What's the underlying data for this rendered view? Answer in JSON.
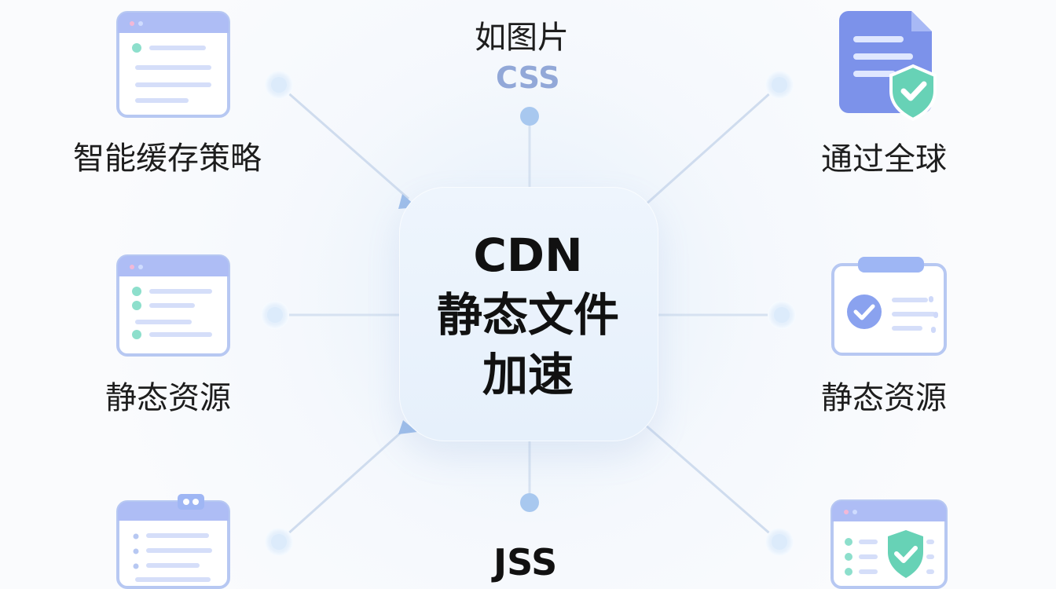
{
  "center": {
    "line1": "CDN",
    "line2": "静态文件",
    "line3": "加速"
  },
  "labels": {
    "top_main": "如图片",
    "top_sub": "CSS",
    "left_top": "智能缓存策略",
    "left_mid": "静态资源",
    "right_top": "通过全球",
    "right_mid": "静态资源",
    "bottom": "JSS"
  },
  "icons": {
    "left_top": "browser-window-list-icon",
    "left_mid": "browser-window-checklist-icon",
    "left_bottom": "browser-window-document-icon",
    "right_top": "document-shield-check-icon",
    "right_mid": "clipboard-check-icon",
    "right_bottom": "browser-window-shield-check-icon"
  },
  "colors": {
    "accent_blue": "#7f95e8",
    "accent_blue_light": "#dce8fb",
    "accent_green": "#63d2b2",
    "text_dark": "#111111"
  }
}
